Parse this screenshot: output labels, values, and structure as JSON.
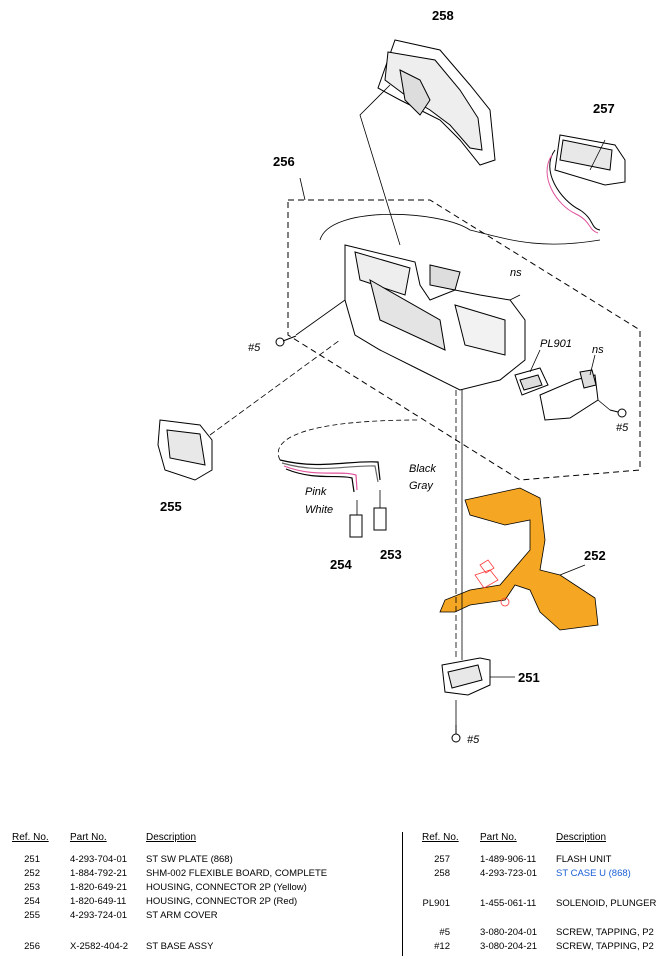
{
  "diagram": {
    "callouts": {
      "c258": "258",
      "c257": "257",
      "c256": "256",
      "c255": "255",
      "c254": "254",
      "c253": "253",
      "c252": "252",
      "c251": "251"
    },
    "notes": {
      "ns_top": "ns",
      "ns_right": "ns",
      "pl901": "PL901",
      "screw5_left": "#5",
      "screw5_right": "#5",
      "screw5_bottom": "#5",
      "black": "Black",
      "gray": "Gray",
      "pink": "Pink",
      "white": "White"
    },
    "colors": {
      "flex_board": "#f5a623",
      "highlight": "#ff3b3b",
      "pink_wire": "#e0529c"
    }
  },
  "parts_table": {
    "headers": {
      "ref": "Ref. No.",
      "part": "Part No.",
      "desc": "Description"
    },
    "left": [
      {
        "ref": "251",
        "part": "4-293-704-01",
        "desc": "ST SW PLATE (868)"
      },
      {
        "ref": "252",
        "part": "1-884-792-21",
        "desc": "SHM-002 FLEXIBLE BOARD, COMPLETE"
      },
      {
        "ref": "253",
        "part": "1-820-649-21",
        "desc": "HOUSING, CONNECTOR 2P (Yellow)"
      },
      {
        "ref": "254",
        "part": "1-820-649-11",
        "desc": "HOUSING, CONNECTOR 2P (Red)"
      },
      {
        "ref": "255",
        "part": "4-293-724-01",
        "desc": "ST ARM COVER"
      },
      {
        "ref": "256",
        "part": "X-2582-404-2",
        "desc": "ST BASE ASSY"
      }
    ],
    "right": [
      {
        "ref": "257",
        "part": "1-489-906-11",
        "desc": "FLASH UNIT"
      },
      {
        "ref": "258",
        "part": "4-293-723-01",
        "desc": "ST CASE U (868)",
        "color": "#1a5fd6"
      },
      {
        "ref": "PL901",
        "part": "1-455-061-11",
        "desc": "SOLENOID, PLUNGER"
      },
      {
        "ref": "#5",
        "part": "3-080-204-01",
        "desc": "SCREW, TAPPING, P2"
      },
      {
        "ref": "#12",
        "part": "3-080-204-21",
        "desc": "SCREW, TAPPING, P2"
      }
    ]
  }
}
